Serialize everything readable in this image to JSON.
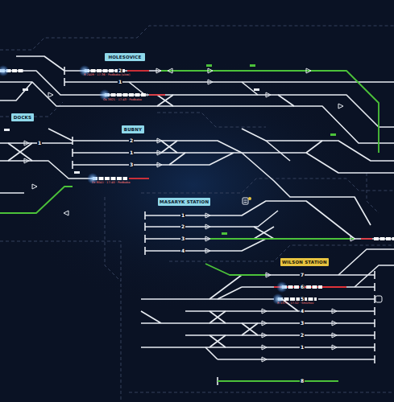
{
  "diagram": {
    "nodes": [
      {
        "text": [
          "HOLESOVICE"
        ]
      },
      {
        "text": [
          "DOCKS"
        ]
      },
      {
        "text": [
          "BUBNY"
        ]
      },
      {
        "text": [
          "MASARYK STATION"
        ]
      },
      {
        "text": [
          "WILSON STATION"
        ]
      }
    ],
    "labels": [
      "2",
      "1",
      "1",
      "2",
      "1",
      "3",
      "1",
      "2",
      "3",
      "4",
      "7",
      "6",
      "5",
      "4",
      "3",
      "2",
      "1",
      "8",
      "R 2409 · 17:36 · Podbaba (slow)",
      "Os 3821 · 17:43 · Podbaba",
      "Ex 8041 · 17:40 · Podbaba",
      "R 1372 · 17:52 · Smíchov"
    ]
  }
}
